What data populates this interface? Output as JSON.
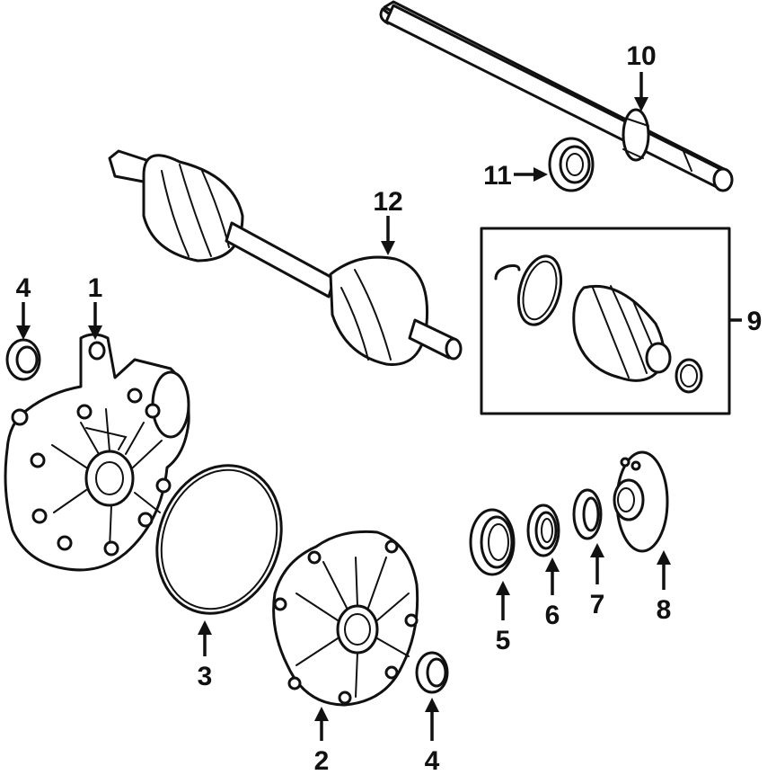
{
  "diagram": {
    "callouts": {
      "c1": "1",
      "c2": "2",
      "c3": "3",
      "c4_top": "4",
      "c4_bottom": "4",
      "c5": "5",
      "c6": "6",
      "c7": "7",
      "c8": "8",
      "c9": "9",
      "c10": "10",
      "c11": "11",
      "c12": "12"
    }
  }
}
